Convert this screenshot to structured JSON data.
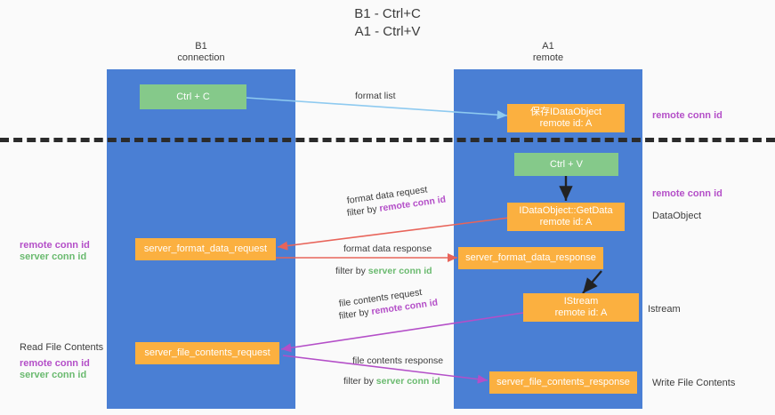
{
  "diagram": {
    "title_line1": "B1 - Ctrl+C",
    "title_line2": "A1 - Ctrl+V",
    "lanes": [
      {
        "id": "left",
        "name": "B1",
        "role": "connection",
        "color": "#4a7fd4"
      },
      {
        "id": "right",
        "name": "A1",
        "role": "remote",
        "color": "#4a7fd4"
      }
    ],
    "colors": {
      "lane": "#4a7fd4",
      "green_node": "#85c98a",
      "orange_node": "#fbb040",
      "remote_conn_id": "#b44fc8",
      "server_conn_id": "#6aba6f",
      "arrow_format_list": "#8ecaf0",
      "arrow_format_data": "#e8645a",
      "arrow_file_contents": "#b44fc8",
      "arrow_internal": "#222222",
      "divider": "#2b2b2b"
    },
    "nodes": {
      "ctrl_c": {
        "label": "Ctrl + C"
      },
      "idataobject_top": {
        "line1": "保存IDataObject",
        "line2": "remote id: A"
      },
      "ctrl_v": {
        "label": "Ctrl + V"
      },
      "getdata": {
        "line1": "IDataObject::GetData",
        "line2": "remote id: A"
      },
      "server_format_data_request": {
        "label": "server_format_data_request"
      },
      "server_format_data_response": {
        "label": "server_format_data_response"
      },
      "istream": {
        "line1": "IStream",
        "line2": "remote id: A"
      },
      "server_file_contents_request": {
        "label": "server_file_contents_request"
      },
      "server_file_contents_response": {
        "label": "server_file_contents_response"
      }
    },
    "edge_labels": {
      "format_list": "format list",
      "format_data_request": "format data request",
      "format_data_request_filter_prefix": "filter by ",
      "format_data_request_filter_key": "remote conn id",
      "format_data_response": "format data response",
      "format_data_response_filter_prefix": "filter by ",
      "format_data_response_filter_key": "server conn id",
      "file_contents_request": "file contents request",
      "file_contents_request_filter_prefix": "filter by ",
      "file_contents_request_filter_key": "remote conn id",
      "file_contents_response": "file contents response",
      "file_contents_response_filter_prefix": "filter by ",
      "file_contents_response_filter_key": "server conn id"
    },
    "right_labels": {
      "remote_conn_id_top": "remote conn id",
      "remote_conn_id_mid": "remote conn id",
      "dataobject": "DataObject",
      "istream": "Istream",
      "write_file_contents": "Write File Contents"
    },
    "left_labels": {
      "remote_conn_id_mid": "remote conn id",
      "server_conn_id_mid": "server conn id",
      "read_file_contents": "Read File Contents",
      "remote_conn_id_bottom": "remote conn id",
      "server_conn_id_bottom": "server conn id"
    }
  }
}
